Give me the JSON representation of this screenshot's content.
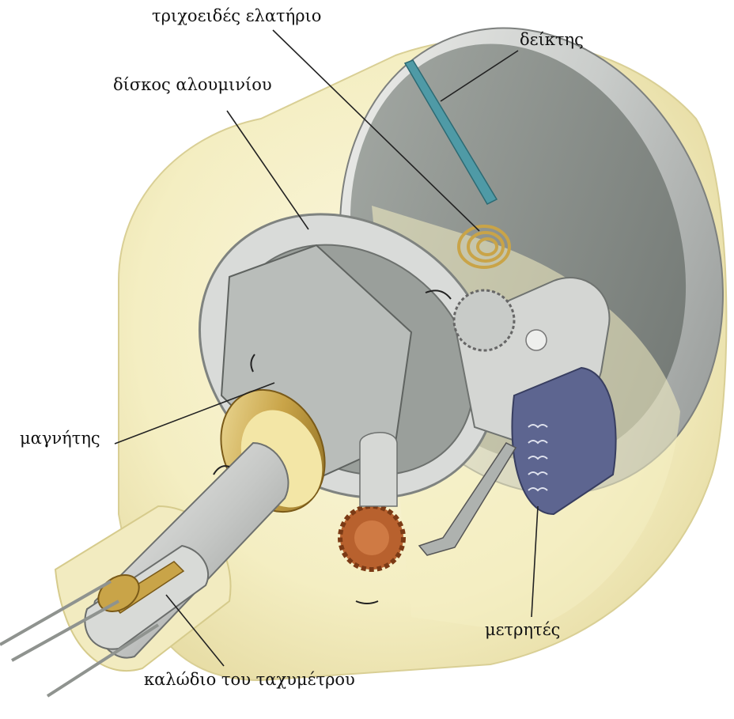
{
  "labels": {
    "hairspring": "τριχοειδές ελατήριο",
    "pointer": "δείκτης",
    "aluminium_disc": "δίσκος αλουμινίου",
    "magnet": "μαγνήτης",
    "counter": "μετρητές",
    "speedometer_cable": "καλώδιο του ταχυμέτρου"
  },
  "colors": {
    "housing": "#f4eec2",
    "housing_shade": "#e6dba0",
    "dial_face": "#8f9590",
    "rim_metal": "#d2d4d2",
    "brass": "#c9a448",
    "copper_gear": "#b8612e",
    "counter_blue": "#5d6590",
    "pointer": "#4f9aa6",
    "leader_line": "#222222"
  }
}
